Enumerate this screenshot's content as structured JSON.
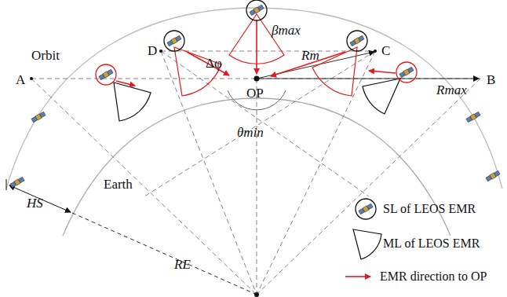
{
  "diagram": {
    "labels": [
      "Orbit",
      "D",
      "C",
      "βmax",
      "Δφ",
      "A",
      "OP",
      "Rm",
      "B",
      "Rmax",
      "θmin",
      "Earth",
      "HS",
      "RE"
    ],
    "legend": [
      {
        "text": "SL of LEOS EMR"
      },
      {
        "text": "ML of LEOS EMR"
      },
      {
        "text": "EMR direction to OP"
      }
    ]
  }
}
